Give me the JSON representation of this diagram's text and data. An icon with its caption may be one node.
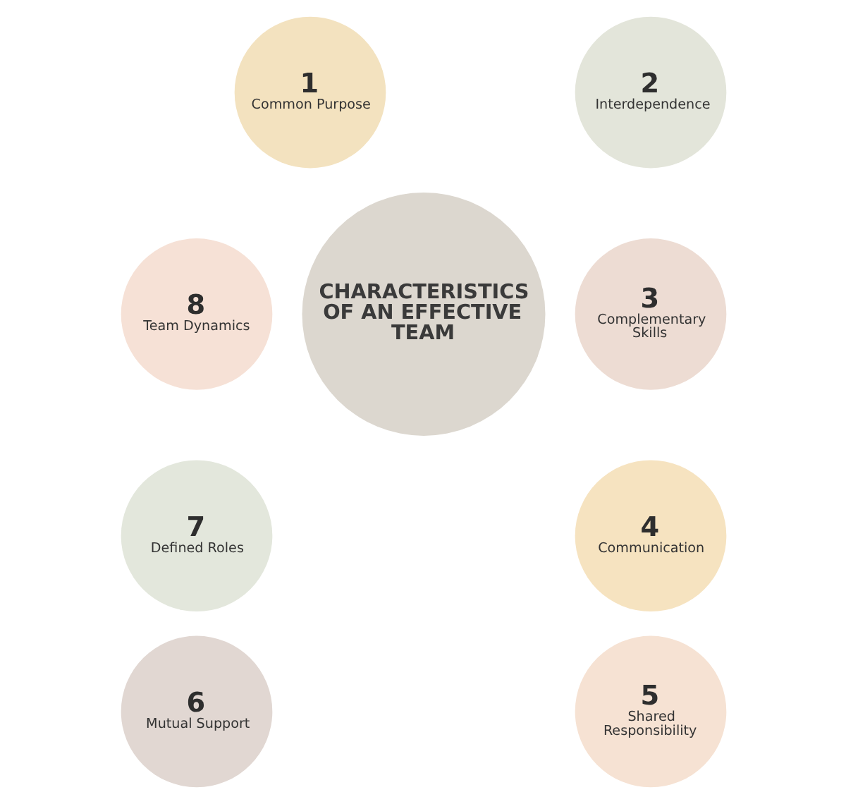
{
  "diagram": {
    "nodes": [
      {
        "text": [
          "CHARACTERISTICS OF AN EFFECTIVE TEAM"
        ]
      },
      {
        "text": [
          "1",
          "Common Purpose"
        ]
      },
      {
        "text": [
          "2",
          "Interdependence"
        ]
      },
      {
        "text": [
          "3",
          "Complementary Skills"
        ]
      },
      {
        "text": [
          "4",
          "Communication"
        ]
      },
      {
        "text": [
          "5",
          "Shared Responsibility"
        ]
      },
      {
        "text": [
          "6",
          "Mutual Support"
        ]
      },
      {
        "text": [
          "7",
          "Defined Roles"
        ]
      },
      {
        "text": [
          "8",
          "Team Dynamics"
        ]
      }
    ],
    "edges": []
  }
}
